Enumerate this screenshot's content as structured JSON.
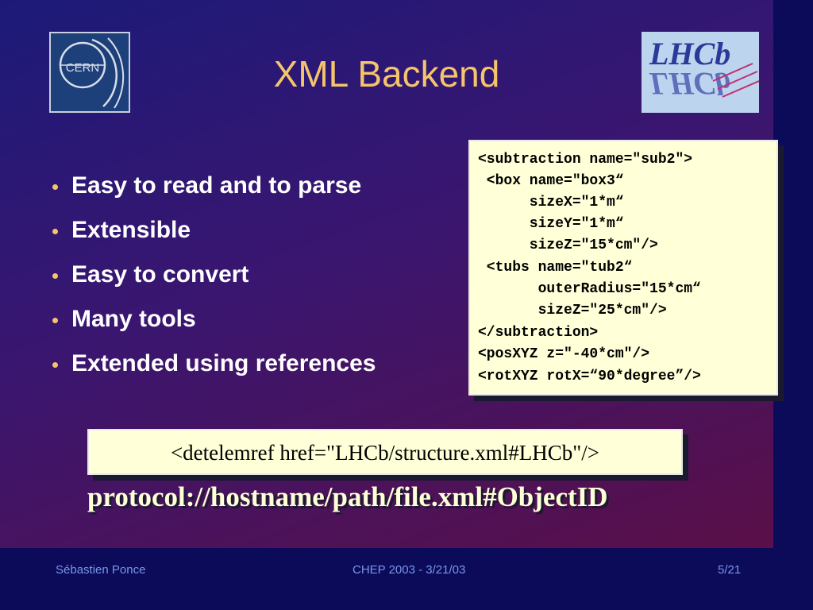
{
  "slide": {
    "title": "XML Backend",
    "bullets": [
      "Easy to read and to parse",
      "Extensible",
      "Easy to convert",
      "Many tools",
      "Extended using references"
    ],
    "code_lines": [
      "<subtraction name=\"sub2\">",
      " <box name=\"box3“",
      "      sizeX=\"1*m“",
      "      sizeY=\"1*m“",
      "      sizeZ=\"15*cm\"/>",
      " <tubs name=\"tub2“",
      "       outerRadius=\"15*cm“",
      "       sizeZ=\"25*cm\"/>",
      "</subtraction>",
      "<posXYZ z=\"-40*cm\"/>",
      "<rotXYZ rotX=“90*degree”/>"
    ],
    "reference_example": "<detelemref href=\"LHCb/structure.xml#LHCb\"/>",
    "protocol": "protocol://hostname/path/file.xml#ObjectID"
  },
  "logos": {
    "cern_text": "CERN",
    "lhcb_text": "LHCb"
  },
  "footer": {
    "author": "Sébastien Ponce",
    "event": "CHEP 2003 - 3/21/03",
    "page": "5/21"
  },
  "colors": {
    "title": "#f5c46b",
    "bullet_text": "#ffffff",
    "box_background": "#ffffd8",
    "footer_text": "#7a96e8",
    "background_dark": "#0b0b5a"
  }
}
